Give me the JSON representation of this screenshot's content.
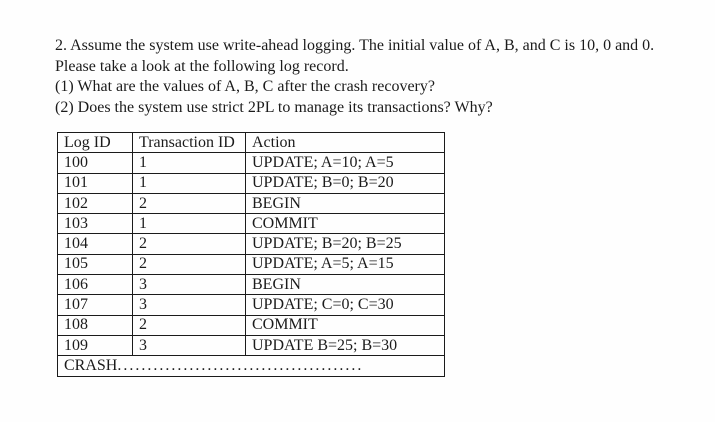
{
  "colors": {
    "background": "#ffffff",
    "text": "#1b1b1b",
    "table_border": "#1b1b1b"
  },
  "document": {
    "question_lines": [
      "2. Assume the system use write-ahead logging. The initial value of A, B, and C is 10, 0 and 0.",
      "Please take a look at the following log record.",
      "(1) What are the values of A, B, C after the crash recovery?",
      "(2) Does the system use strict 2PL to manage its transactions? Why?"
    ]
  },
  "log_table": {
    "headers": [
      "Log ID",
      "Transaction ID",
      "Action"
    ],
    "rows": [
      [
        "100",
        "1",
        "UPDATE; A=10; A=5"
      ],
      [
        "101",
        "1",
        "UPDATE; B=0; B=20"
      ],
      [
        "102",
        "2",
        "BEGIN"
      ],
      [
        "103",
        "1",
        "COMMIT"
      ],
      [
        "104",
        "2",
        "UPDATE; B=20; B=25"
      ],
      [
        "105",
        "2",
        "UPDATE; A=5; A=15"
      ],
      [
        "106",
        "3",
        "BEGIN"
      ],
      [
        "107",
        "3",
        "UPDATE; C=0; C=30"
      ],
      [
        "108",
        "2",
        "COMMIT"
      ],
      [
        "109",
        "3",
        "UPDATE B=25; B=30"
      ]
    ],
    "crash_label": "CRASH",
    "crash_dots": "........................................."
  }
}
